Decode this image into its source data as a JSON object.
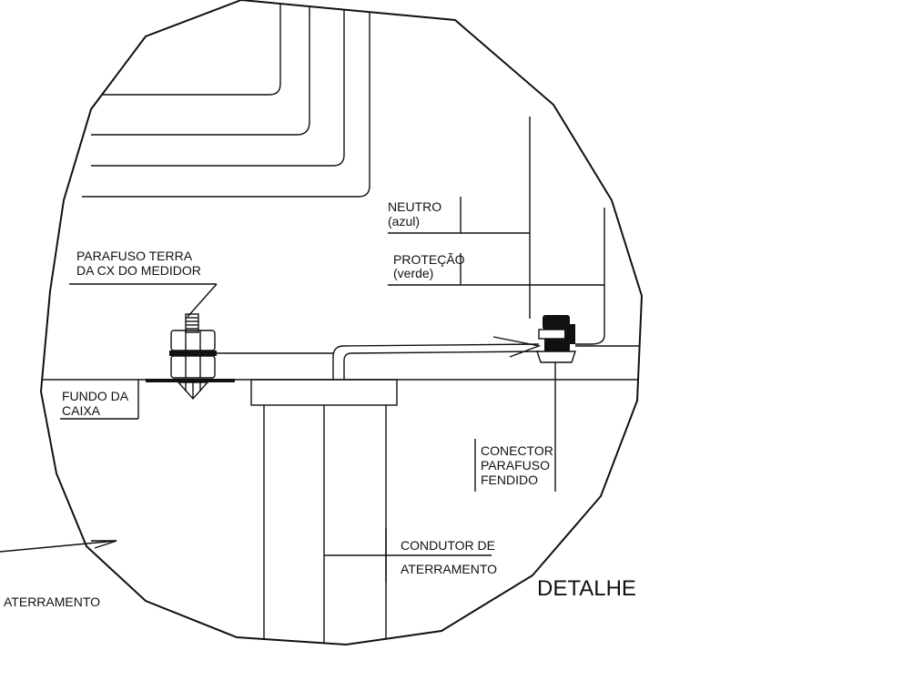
{
  "labels": {
    "neutro_1": "NEUTRO",
    "neutro_2": "(azul)",
    "protecao_1": "PROTEÇÃO",
    "protecao_2": "(verde)",
    "parafuso_1": "PARAFUSO TERRA",
    "parafuso_2": "DA CX DO MEDIDOR",
    "fundo_1": "FUNDO DA",
    "fundo_2": "CAIXA",
    "conector_1": "CONECTOR",
    "conector_2": "PARAFUSO",
    "conector_3": "FENDIDO",
    "condutor_1": "CONDUTOR DE",
    "condutor_2": "ATERRAMENTO",
    "aterramento_left": "ATERRAMENTO",
    "detalhe": "DETALHE"
  }
}
